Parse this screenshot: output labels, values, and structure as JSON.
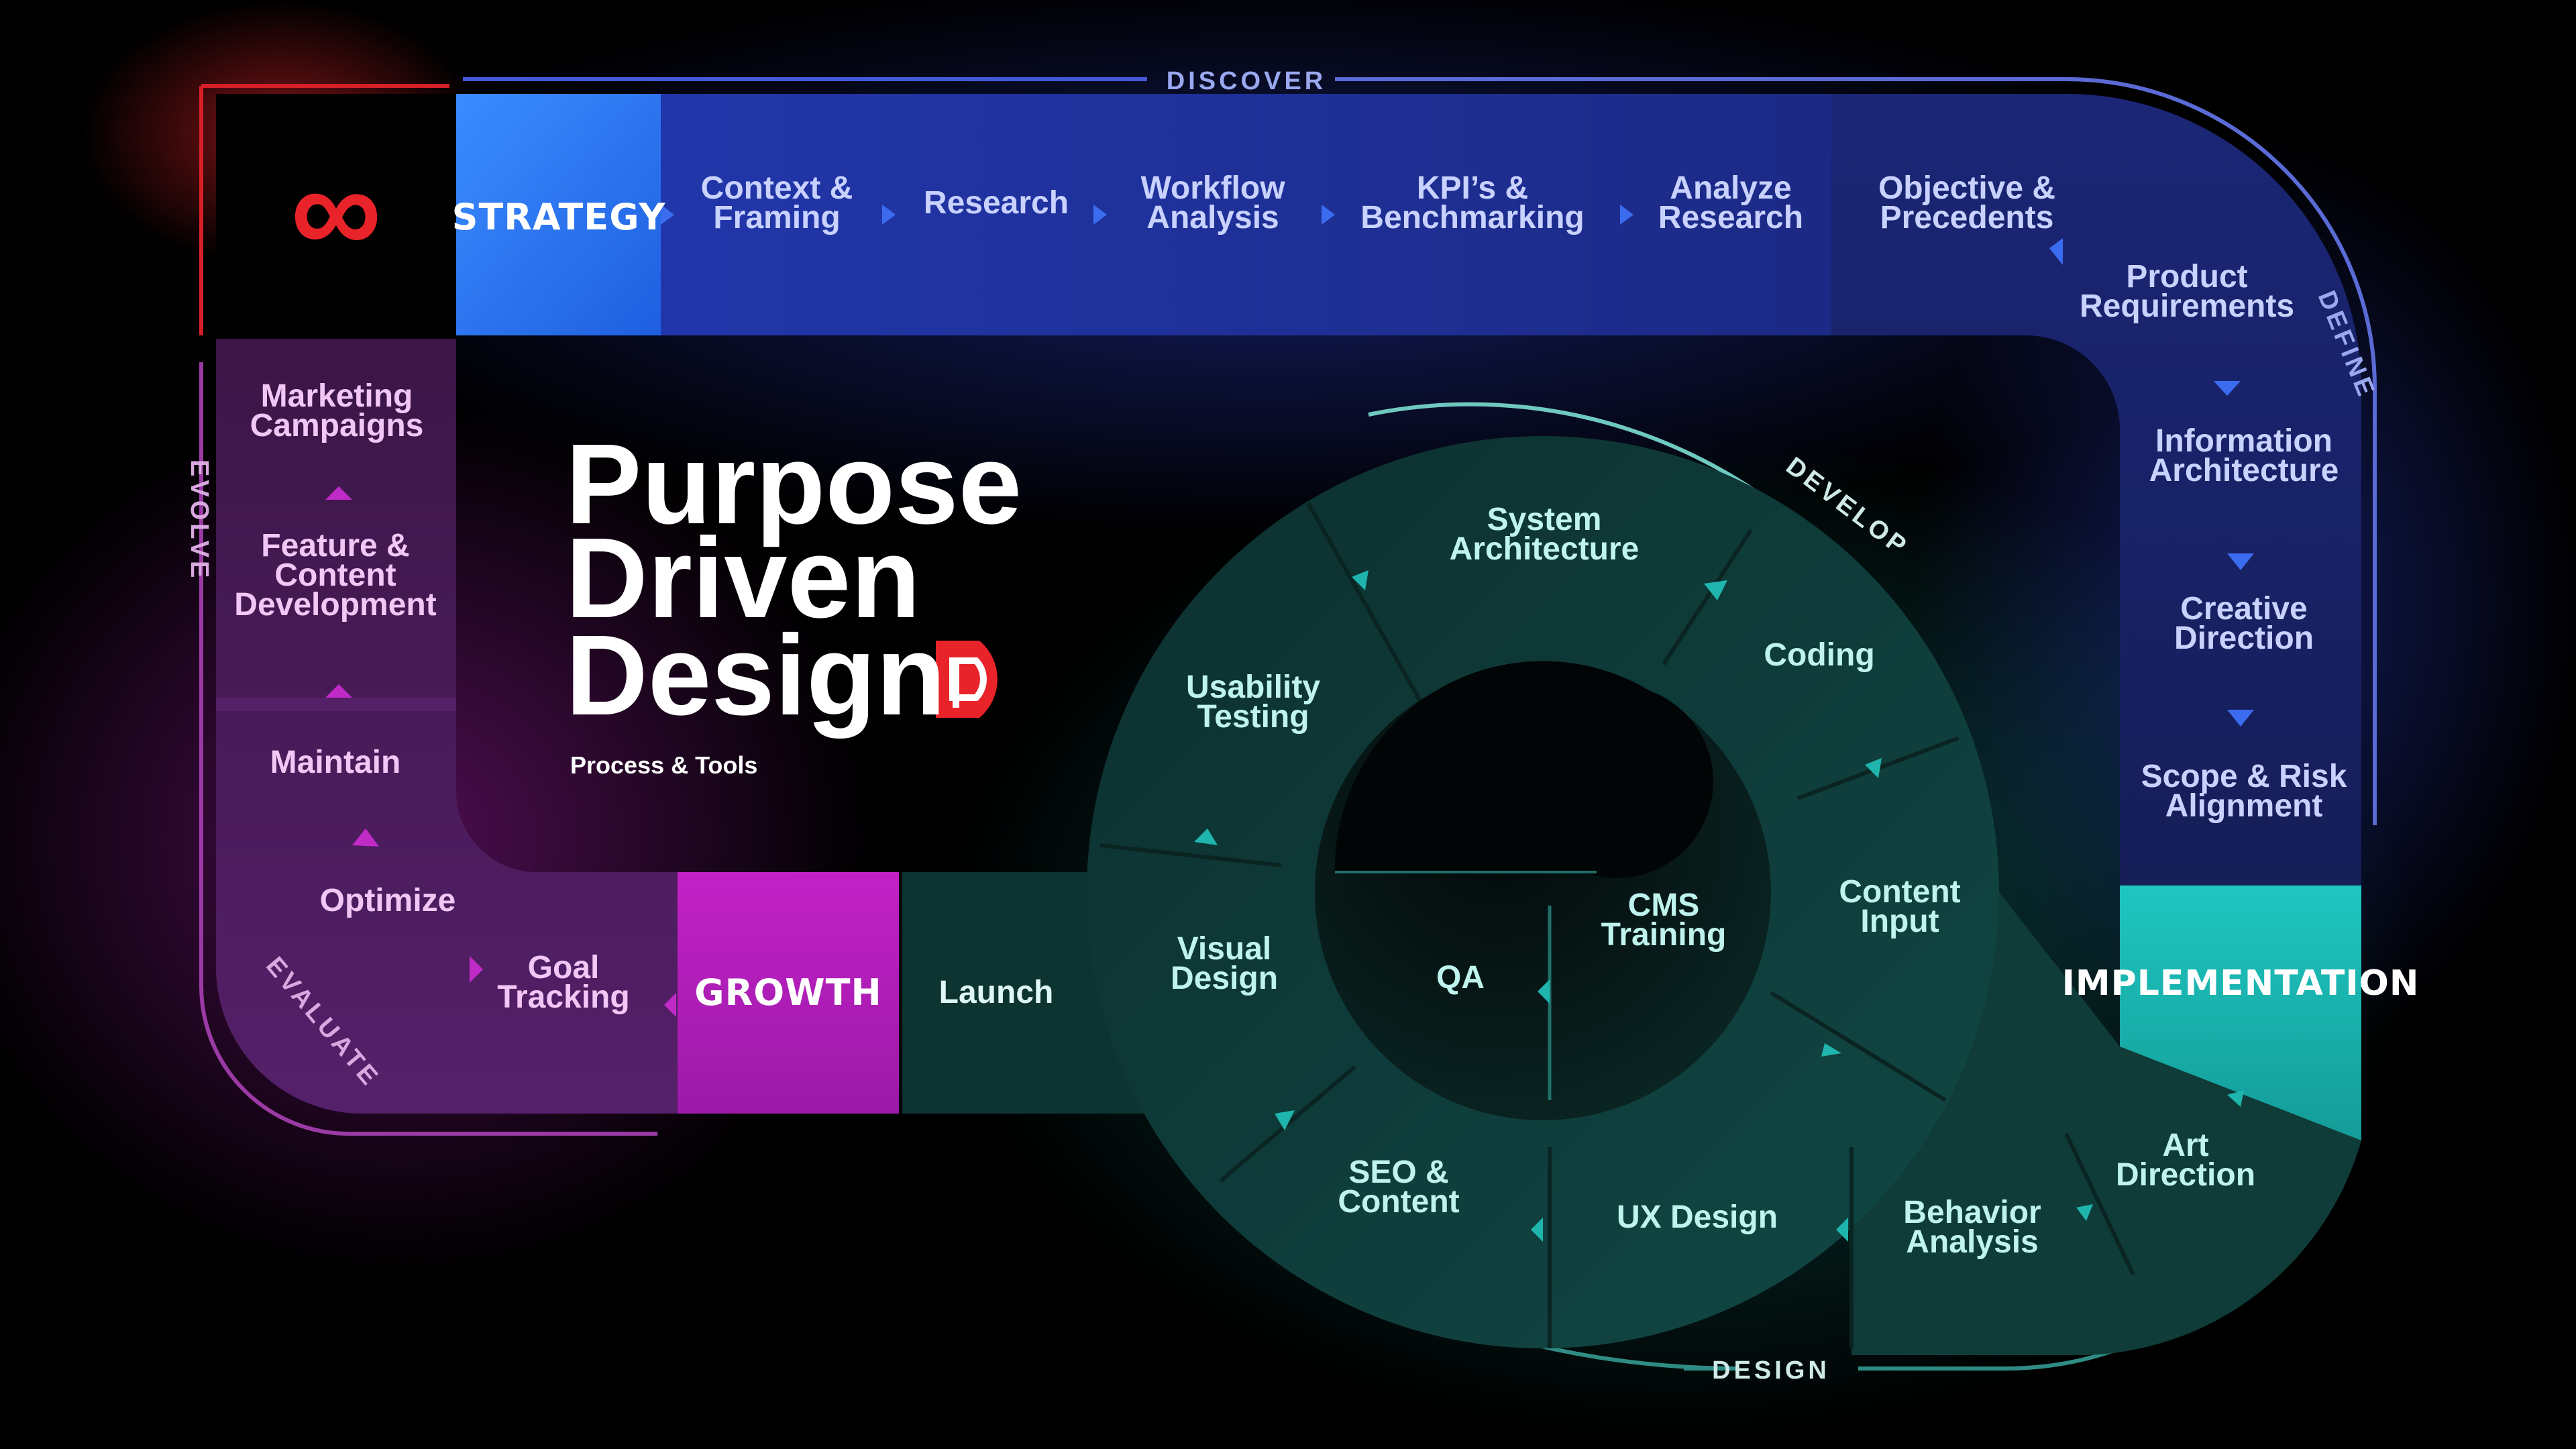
{
  "title": {
    "line1": "Purpose",
    "line2": "Driven",
    "line3": "Design",
    "subtitle": "Process & Tools"
  },
  "colors": {
    "background": "#000000",
    "strategy": "#2f7ef5",
    "discover_track": "#1f2f8f",
    "define_track": "#1a2670",
    "implementation": "#1bbdb8",
    "develop_ring": "#0e3a37",
    "evolve_track": "#4a1e5c",
    "growth": "#b21fb8",
    "logo_red": "#e8232a"
  },
  "logo": {
    "symbol": "∞",
    "icon": "infinity-icon"
  },
  "brand_icon": "purpose-driven-d-logo-icon",
  "phases": {
    "discover": "DISCOVER",
    "define": "DEFINE",
    "develop": "DEVELOP",
    "design": "DESIGN",
    "evaluate": "EVALUATE",
    "evolve": "EVOLVE"
  },
  "stages": {
    "strategy": "STRATEGY",
    "implementation": "IMPLEMENTATION",
    "growth": "GROWTH"
  },
  "discover_steps": [
    [
      "Context &",
      "Framing"
    ],
    [
      "Research"
    ],
    [
      "Workflow",
      "Analysis"
    ],
    [
      "KPI’s &",
      "Benchmarking"
    ],
    [
      "Analyze",
      "Research"
    ],
    [
      "Objective &",
      "Precedents"
    ]
  ],
  "define_steps": [
    [
      "Product",
      "Requirements"
    ],
    [
      "Information",
      "Architecture"
    ],
    [
      "Creative",
      "Direction"
    ],
    [
      "Scope & Risk",
      "Alignment"
    ]
  ],
  "outer_ring_steps": [
    [
      "System",
      "Architecture"
    ],
    [
      "Coding"
    ],
    [
      "Content",
      "Input"
    ],
    [
      "Usability",
      "Testing"
    ],
    [
      "Visual",
      "Design"
    ],
    [
      "SEO &",
      "Content"
    ],
    [
      "UX Design"
    ],
    [
      "Behavior",
      "Analysis"
    ],
    [
      "Art",
      "Direction"
    ]
  ],
  "inner_ring_steps": [
    [
      "QA"
    ],
    [
      "CMS",
      "Training"
    ]
  ],
  "launch": "Launch",
  "evolve_steps": [
    [
      "Marketing",
      "Campaigns"
    ],
    [
      "Feature &",
      "Content",
      "Development"
    ],
    [
      "Maintain"
    ],
    [
      "Optimize"
    ],
    [
      "Goal",
      "Tracking"
    ]
  ]
}
